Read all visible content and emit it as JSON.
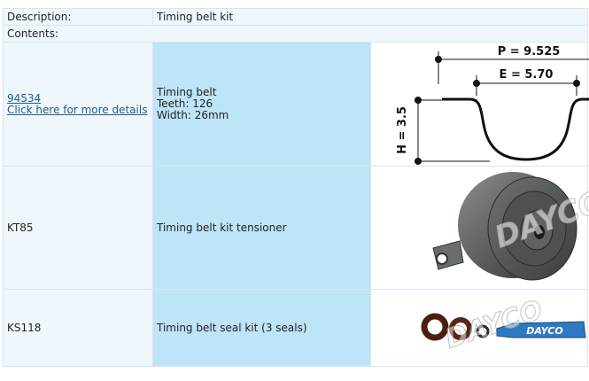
{
  "header": {
    "description_label": "Description:",
    "description_value": "Timing belt kit",
    "contents_label": "Contents:"
  },
  "items": [
    {
      "part_number": "94534",
      "details_link": "Click here for more details",
      "name": "Timing belt",
      "teeth": "Teeth: 126",
      "width": "Width: 26mm",
      "diagram": {
        "pitch": "P = 9.525",
        "e_dim": "E = 5.70",
        "height": "H = 3.5"
      }
    },
    {
      "part_number": "KT85",
      "name": "Timing belt kit tensioner",
      "watermark": "DAYCO"
    },
    {
      "part_number": "KS118",
      "name": "Timing belt seal kit (3 seals)",
      "tube_label": "DAYCO",
      "watermark": "DAYCO"
    }
  ],
  "colors": {
    "link": "#225c87",
    "middle_column": "#bde4f7",
    "light_cell": "#f0f7fc",
    "border": "#d4e6f1"
  }
}
